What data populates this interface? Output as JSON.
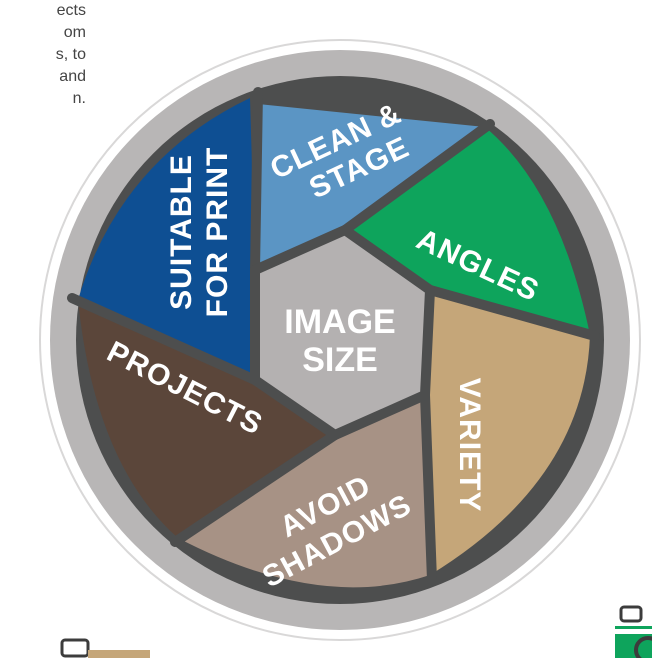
{
  "intro_text": {
    "lines": [
      "ects",
      "om",
      "s, to",
      "and",
      "n."
    ]
  },
  "wheel": {
    "center_label": [
      "IMAGE",
      "SIZE"
    ],
    "segments": [
      {
        "id": "clean-stage",
        "lines": [
          "CLEAN &",
          "STAGE"
        ],
        "color": "#5b95c4"
      },
      {
        "id": "angles",
        "lines": [
          "ANGLES"
        ],
        "color": "#0ea45c"
      },
      {
        "id": "variety",
        "lines": [
          "VARIETY"
        ],
        "color": "#c5a679"
      },
      {
        "id": "avoid-shadows",
        "lines": [
          "AVOID",
          "SHADOWS"
        ],
        "color": "#a79285"
      },
      {
        "id": "projects",
        "lines": [
          "PROJECTS"
        ],
        "color": "#5b463a"
      },
      {
        "id": "suitable-for-print",
        "lines": [
          "SUITABLE",
          "FOR PRINT"
        ],
        "color": "#0e4f93"
      }
    ],
    "center_color": "#b4b1b1",
    "ring_color": "#b8b6b6",
    "divider_color": "#4d4e4e"
  }
}
